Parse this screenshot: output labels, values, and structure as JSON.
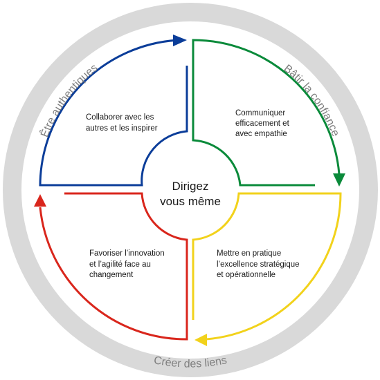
{
  "center": {
    "line1": "Dirigez",
    "line2": "vous même"
  },
  "quadrants": {
    "top_left": {
      "lines": [
        "Collaborer avec les",
        "autres et les inspirer"
      ],
      "color": "#0b3d99"
    },
    "top_right": {
      "lines": [
        "Communiquer",
        "efficacement et",
        "avec empathie"
      ],
      "color": "#0a8a3a"
    },
    "bottom_right": {
      "lines": [
        "Mettre en pratique",
        "l’excellence stratégique",
        "et opérationnelle"
      ],
      "color": "#f2d21b"
    },
    "bottom_left": {
      "lines": [
        "Favoriser l’innovation",
        "et l’agilité face au",
        "changement"
      ],
      "color": "#d9261c"
    }
  },
  "ring_labels": {
    "left": "Être authentiques",
    "right": "Bâtir la confiance",
    "bottom": "Créer des liens"
  },
  "colors": {
    "ring": "#d9d9d9",
    "ring_text": "#7f7f7f"
  }
}
